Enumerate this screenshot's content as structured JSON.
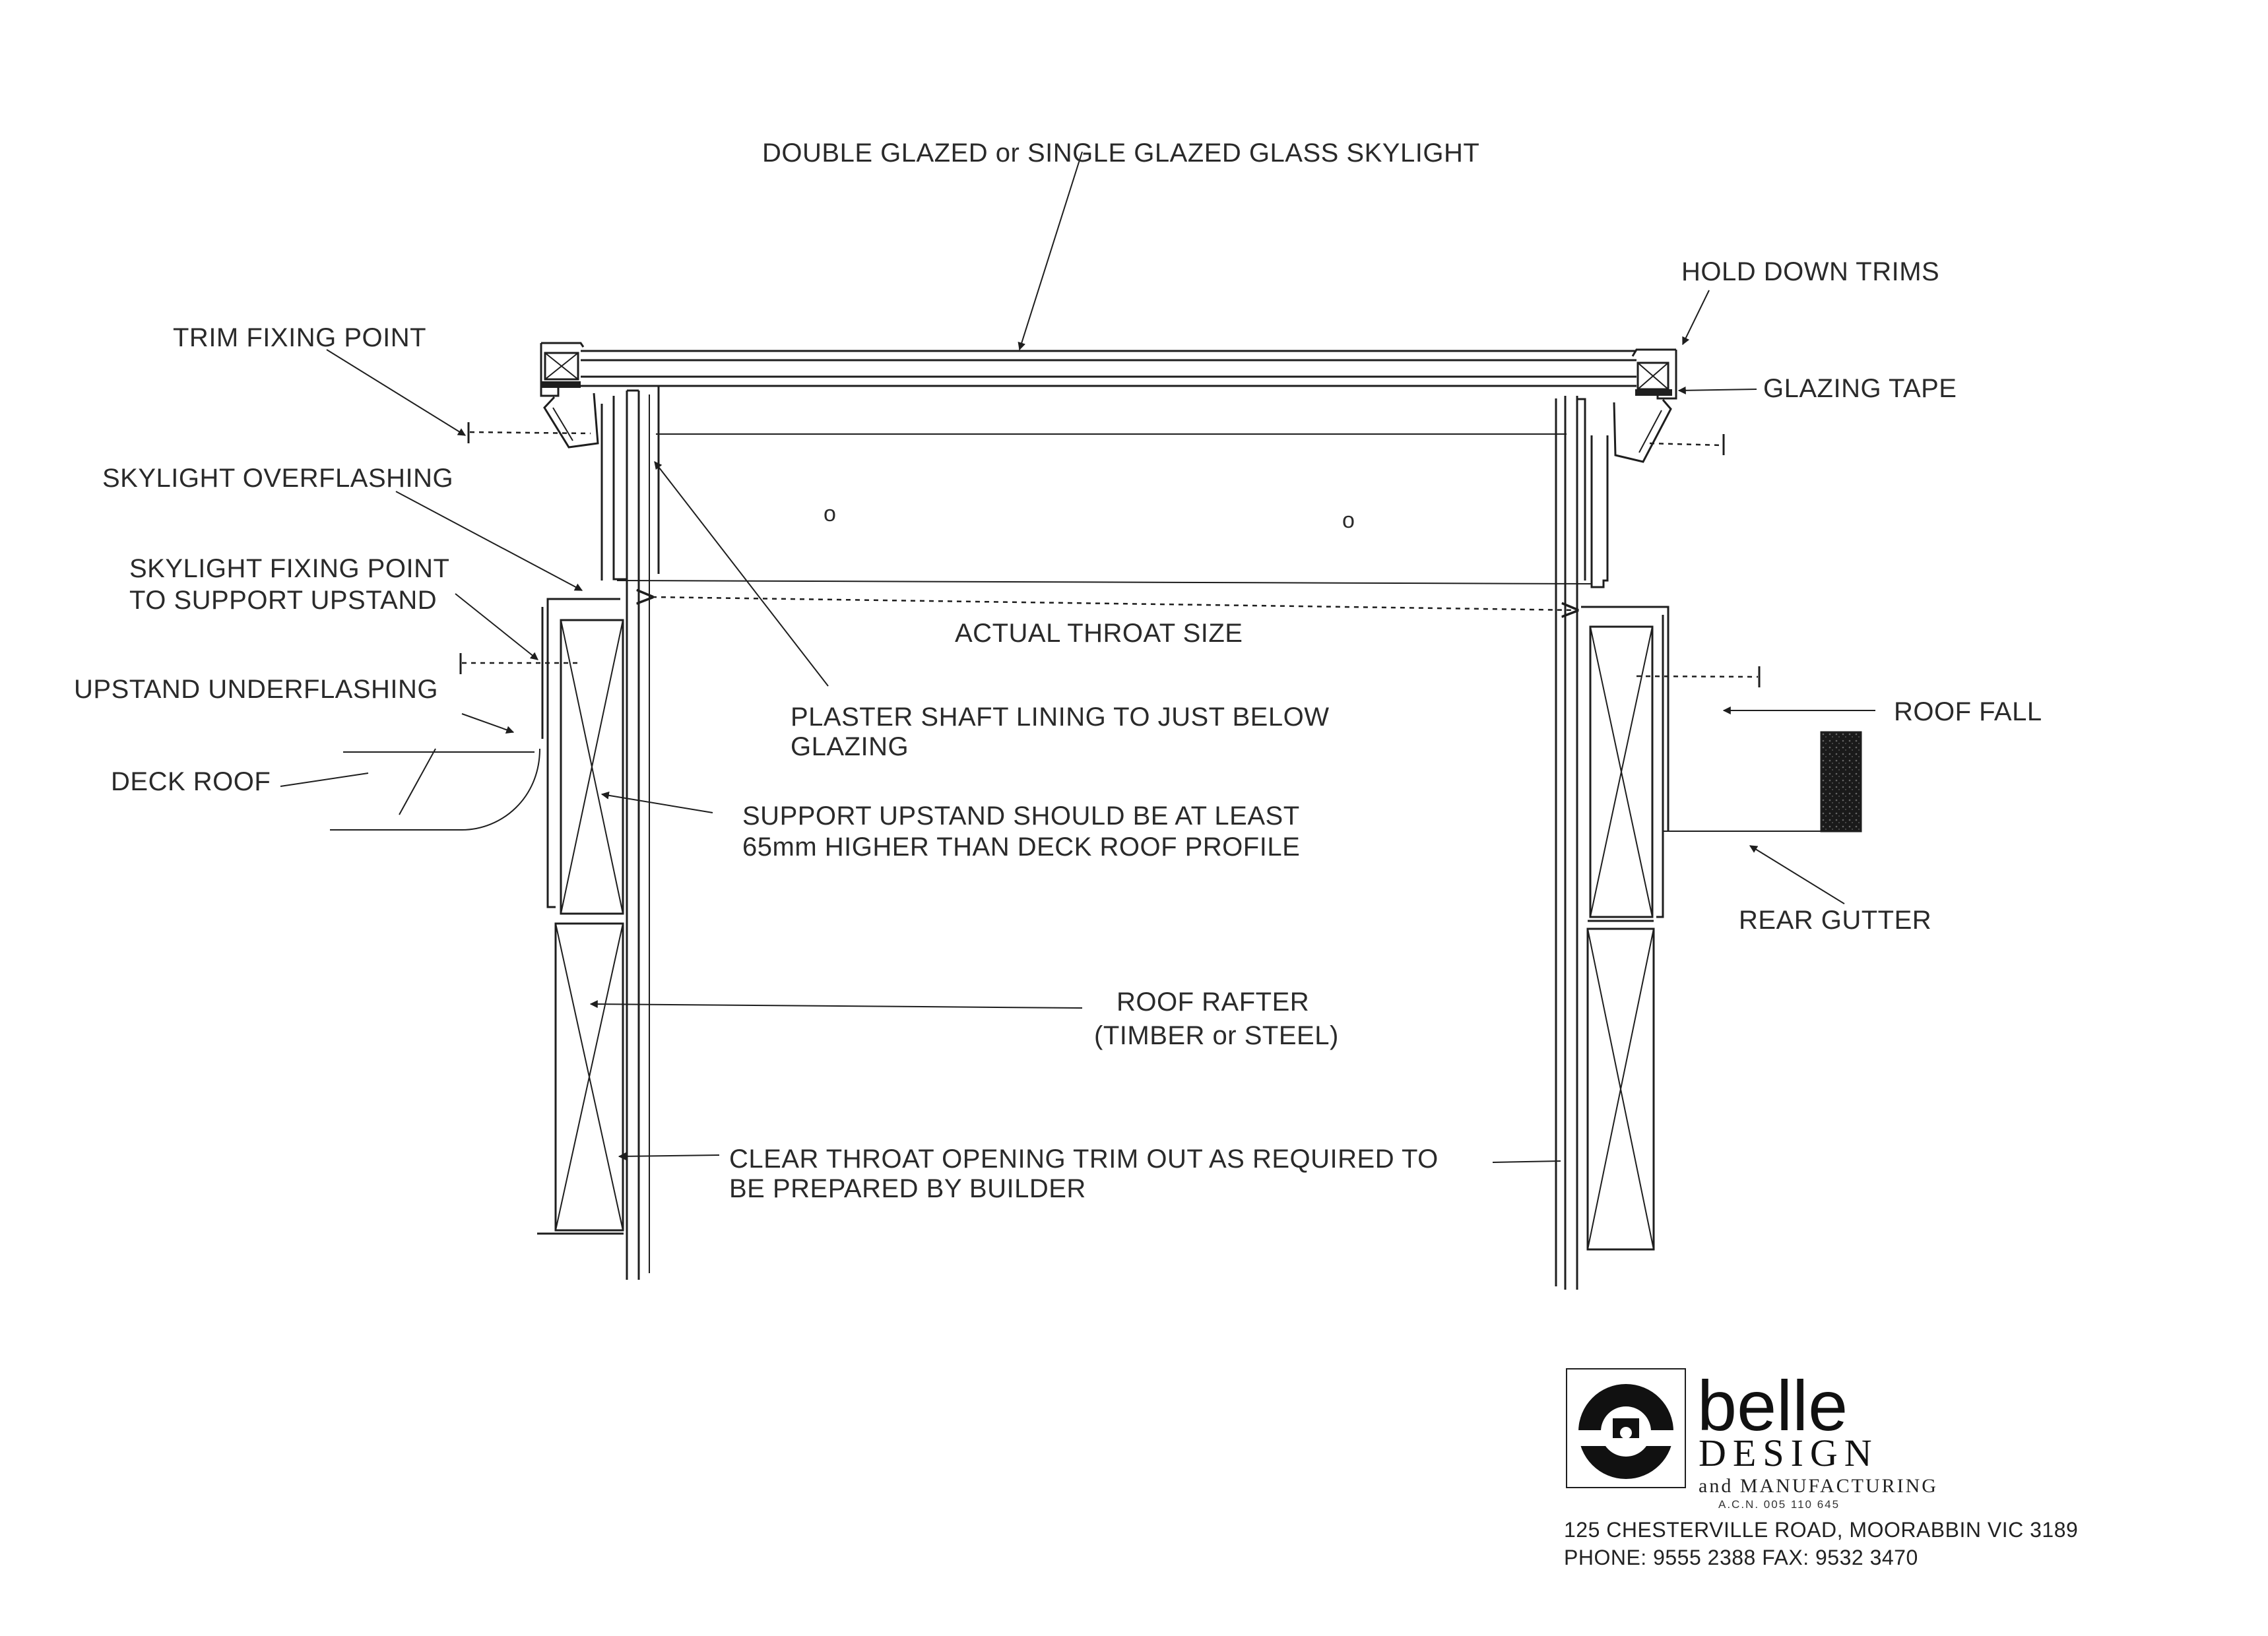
{
  "labels": {
    "skylight": "DOUBLE GLAZED or SINGLE GLAZED GLASS SKYLIGHT",
    "hold_down_trims": "HOLD DOWN TRIMS",
    "glazing_tape": "GLAZING TAPE",
    "trim_fixing_point": "TRIM FIXING POINT",
    "skylight_overflashing": "SKYLIGHT OVERFLASHING",
    "skylight_fixing_point_1": "SKYLIGHT FIXING POINT",
    "skylight_fixing_point_2": "TO SUPPORT UPSTAND",
    "upstand_underflashing": "UPSTAND UNDERFLASHING",
    "deck_roof": "DECK ROOF",
    "actual_throat_size": "ACTUAL THROAT SIZE",
    "plaster_shaft_1": "PLASTER SHAFT LINING TO JUST BELOW",
    "plaster_shaft_2": "GLAZING",
    "support_upstand_1": "SUPPORT UPSTAND SHOULD BE AT LEAST",
    "support_upstand_2": "65mm HIGHER THAN DECK ROOF PROFILE",
    "roof_fall": "ROOF FALL",
    "rear_gutter": "REAR GUTTER",
    "roof_rafter_1": "ROOF RAFTER",
    "roof_rafter_2": "(TIMBER or STEEL)",
    "clear_throat_1": "CLEAR THROAT OPENING TRIM OUT AS REQUIRED TO",
    "clear_throat_2": "BE PREPARED BY BUILDER"
  },
  "company": {
    "name": "belle",
    "design": "DESIGN",
    "manufacturing": "and MANUFACTURING",
    "acn": "A.C.N. 005 110 645",
    "address": "125 CHESTERVILLE ROAD, MOORABBIN VIC 3189",
    "phone_fax": "PHONE: 9555 2388  FAX: 9532 3470"
  },
  "colors": {
    "ink": "#1e1e1e",
    "paper": "#ffffff"
  }
}
